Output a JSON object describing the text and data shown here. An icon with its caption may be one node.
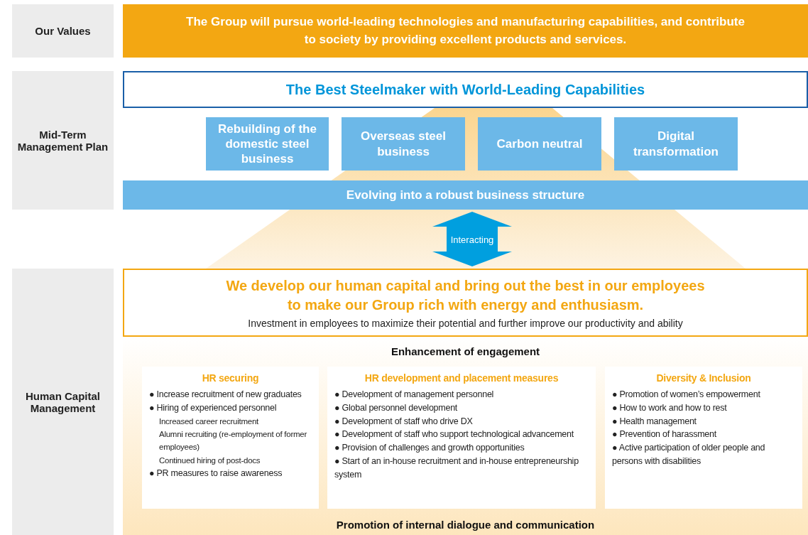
{
  "diagram": {
    "nodes": [
      {
        "text": [
          "Our Values"
        ]
      },
      {
        "text": [
          "The Group will pursue world-leading technologies and manufacturing capabilities, and contribute to society by providing excellent products and services."
        ]
      },
      {
        "text": [
          "Mid-Term Management Plan"
        ]
      },
      {
        "text": [
          "The Best Steelmaker with World-Leading Capabilities"
        ]
      },
      {
        "text": [
          "Rebuilding of the domestic steel business"
        ]
      },
      {
        "text": [
          "Overseas steel business"
        ]
      },
      {
        "text": [
          "Carbon neutral"
        ]
      },
      {
        "text": [
          "Digital transformation"
        ]
      },
      {
        "text": [
          "Evolving into a robust business structure"
        ]
      },
      {
        "text": [
          "Human Capital Management"
        ]
      },
      {
        "text": [
          "We develop our human capital and bring out the best in our employees to make our Group rich with energy and enthusiasm.",
          "Investment in employees to maximize their potential and further improve our productivity and ability"
        ]
      },
      {
        "text": [
          "Enhancement of engagement",
          "Promotion of internal dialogue and communication"
        ]
      },
      {
        "text": [
          "HR securing",
          "● Increase recruitment of new graduates",
          "● Hiring of experienced personnel",
          "Increased career recruitment",
          "Alumni recruiting (re-employment of former employees)",
          "Continued hiring of post-docs",
          "● PR measures to raise awareness"
        ],
        "in": 11
      },
      {
        "text": [
          "HR development and placement measures",
          "● Development of management personnel",
          "● Global personnel development",
          "● Development of staff who drive DX",
          "● Development of staff who support technological advancement",
          "● Provision of challenges and growth opportunities",
          "● Start of an in-house recruitment and in-house entrepreneurship system"
        ],
        "in": 11
      },
      {
        "text": [
          "Diversity & Inclusion",
          "● Promotion of women’s empowerment",
          "● How to work and how to rest",
          "● Health management",
          "● Prevention of harassment",
          "● Active participation of older people and persons with disabilities"
        ],
        "in": 11
      }
    ],
    "edges": [
      {
        "from": 8,
        "to": 10,
        "arrow": "both",
        "label": "Interacting"
      }
    ]
  }
}
